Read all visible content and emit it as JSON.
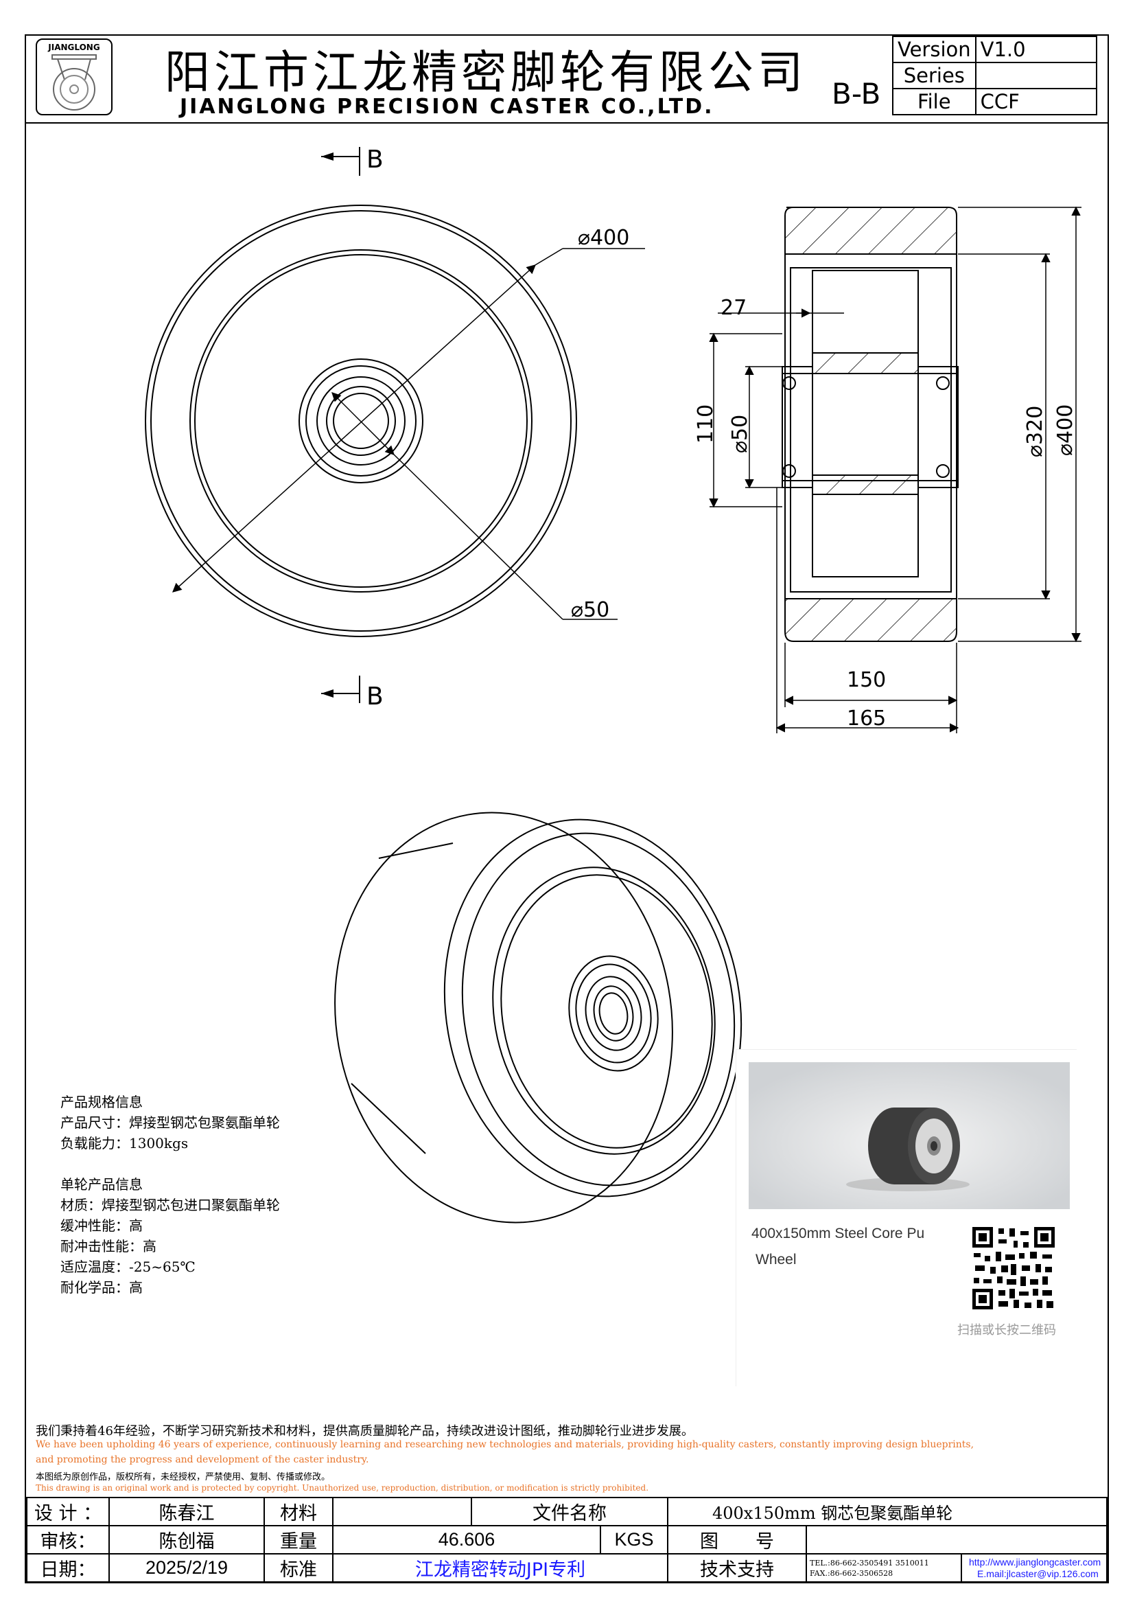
{
  "header": {
    "logo_text": "JIANGLONG",
    "title_cn": "阳江市江龙精密脚轮有限公司",
    "title_en": "JIANGLONG PRECISION CASTER CO.,LTD.",
    "section_label": "B-B",
    "meta": [
      {
        "label": "Version",
        "value": "V1.0"
      },
      {
        "label": "Series",
        "value": ""
      },
      {
        "label": "File",
        "value": "CCF"
      }
    ]
  },
  "drawing": {
    "section_marker": "B",
    "dims": {
      "d400_front": "⌀400",
      "d50_front": "⌀50",
      "w27": "27",
      "h110": "110",
      "d50_side": "⌀50",
      "d320": "⌀320",
      "d400_side": "⌀400",
      "w150": "150",
      "w165": "165"
    }
  },
  "photo_card": {
    "caption_line1": "400x150mm Steel Core Pu",
    "caption_line2": "Wheel",
    "qr_hint": "扫描或长按二维码"
  },
  "specs": {
    "group1_title": "产品规格信息",
    "group1_lines": [
      "产品尺寸：焊接型钢芯包聚氨酯单轮",
      "负载能力：1300kgs"
    ],
    "group2_title": "单轮产品信息",
    "group2_lines": [
      "材质：焊接型钢芯包进口聚氨酯单轮",
      "缓冲性能：高",
      "耐冲击性能：高",
      "适应温度：-25~65℃",
      "耐化学品：高"
    ]
  },
  "footer_notes": {
    "mission_cn": "我们秉持着46年经验，不断学习研究新技术和材料，提供高质量脚轮产品，持续改进设计图纸，推动脚轮行业进步发展。",
    "mission_en_1": "We have been upholding 46 years of experience, continuously learning and researching new technologies and materials, providing high-quality casters, constantly improving design blueprints,",
    "mission_en_2": "and promoting the progress and development of the caster industry.",
    "copyright_cn": "本图纸为原创作品，版权所有，未经授权，严禁使用、复制、传播或修改。",
    "copyright_en": "This drawing is an original work and is protected by copyright. Unauthorized use, reproduction, distribution, or modification is strictly prohibited.",
    "accent_color": "#e8742a"
  },
  "title_block": {
    "design_label": "设 计 ：",
    "design_value": "陈春江",
    "material_label": "材料",
    "material_value": "",
    "filename_label": "文件名称",
    "filename_value": "400x150mm 钢芯包聚氨酯单轮",
    "review_label": "审核：",
    "review_value": "陈创福",
    "weight_label": "重量",
    "weight_value": "46.606",
    "weight_unit": "KGS",
    "drawing_no_label": "图　　号",
    "drawing_no_value": "",
    "date_label": "日期：",
    "date_value": "2025/2/19",
    "standard_label": "标准",
    "standard_value": "江龙精密转动JPI专利",
    "support_label": "技术支持",
    "tel": "TEL.:86-662-3505491 3510011",
    "fax": "FAX.:86-662-3506528",
    "website": "http://www.jianglongcaster.com",
    "email": "E.mail:jlcaster@vip.126.com",
    "link_color": "#1a1aff"
  }
}
